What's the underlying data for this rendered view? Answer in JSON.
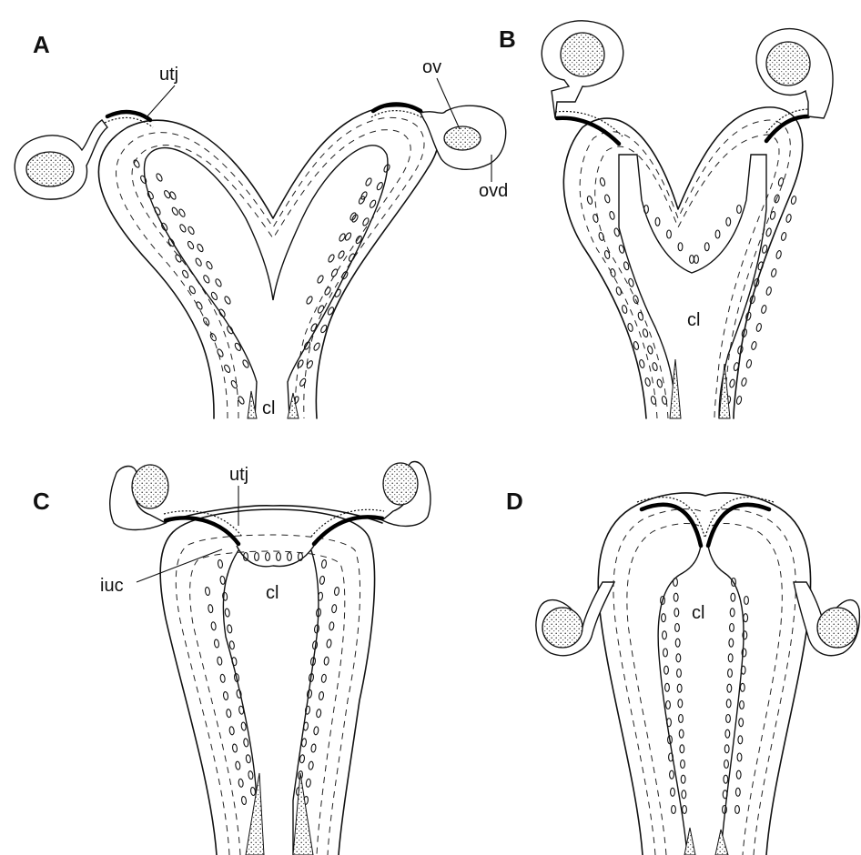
{
  "panels": [
    {
      "id": "A",
      "letter": "A",
      "labels": {
        "utj": "utj",
        "ov": "ov",
        "ovd": "ovd",
        "cl": "cl"
      }
    },
    {
      "id": "B",
      "letter": "B",
      "labels": {
        "cl": "cl"
      }
    },
    {
      "id": "C",
      "letter": "C",
      "labels": {
        "utj": "utj",
        "iuc": "iuc",
        "cl": "cl"
      }
    },
    {
      "id": "D",
      "letter": "D",
      "labels": {
        "cl": "cl"
      }
    }
  ]
}
